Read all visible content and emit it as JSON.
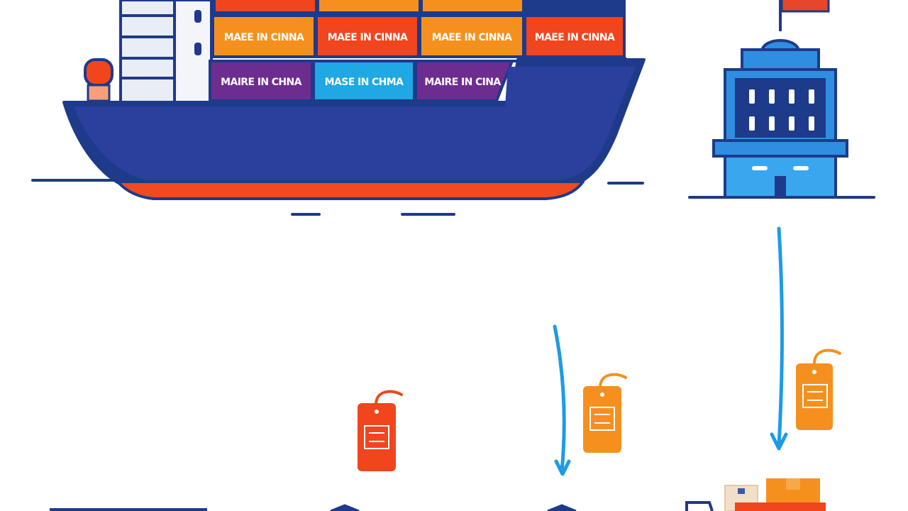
{
  "containers": {
    "row1": [
      "MAEE IN CINNA",
      "MAEE IN CINNA",
      "MAEE IN CINNA",
      "MAEE IN CINNA"
    ],
    "row2": [
      "MAIRE IN CHNA",
      "MASE IN CHMA",
      "MAIRE IN CINA"
    ]
  },
  "colors": {
    "navy": "#1e3a8a",
    "orange": "#f5901e",
    "red_orange": "#f0451d",
    "purple": "#6d2d90",
    "sky": "#1fa8e3",
    "hull_stripe": "#f04a20",
    "customs_blue": "#2f8ee0",
    "flag": "#e8462a",
    "arrow": "#1e9be5"
  },
  "icons": [
    "cargo-ship-icon",
    "customs-building-icon",
    "flag-icon",
    "price-tag-icon",
    "down-arrow-icon",
    "parcel-box-icon"
  ]
}
